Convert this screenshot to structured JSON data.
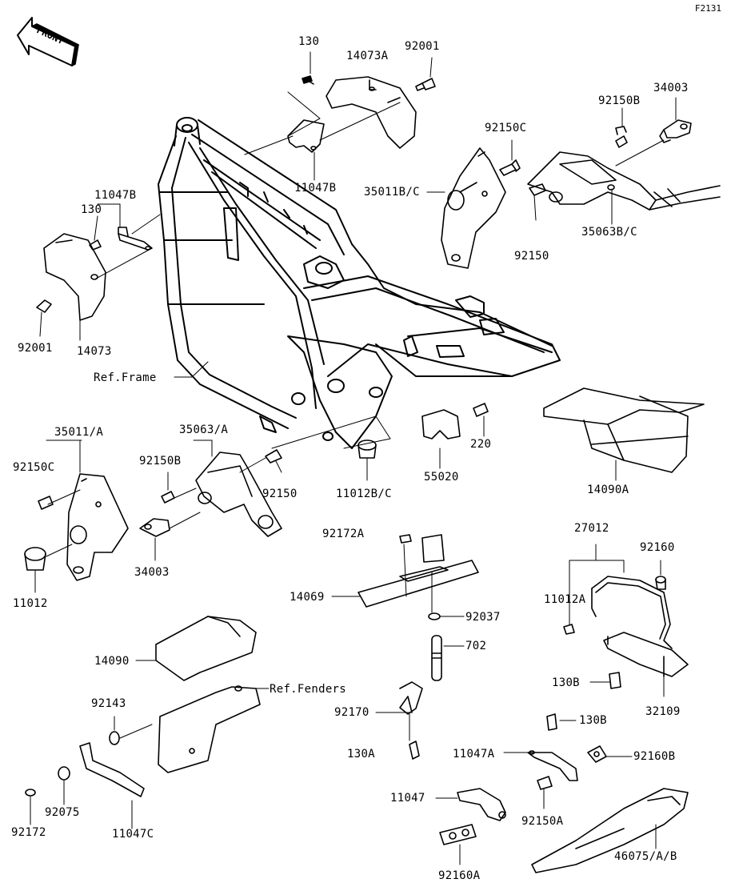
{
  "code": "F2131",
  "front_label": "FRONT",
  "labels": {
    "l130_top": "130",
    "l14073A": "14073A",
    "l92001_top": "92001",
    "l92150B_top": "92150B",
    "l34003_top": "34003",
    "l92150C_top": "92150C",
    "l11047B_top": "11047B",
    "l35011BC": "35011B/C",
    "l35063BC": "35063B/C",
    "l92150_right": "92150",
    "l11047B_left": "11047B",
    "l130_left": "130",
    "l92001_left": "92001",
    "l14073": "14073",
    "lRefFrame": "Ref.Frame",
    "l35011A": "35011/A",
    "l35063A": "35063/A",
    "l92150C_left": "92150C",
    "l92150B_mid": "92150B",
    "l92150_mid": "92150",
    "l11012BC": "11012B/C",
    "l220": "220",
    "l55020": "55020",
    "l14090A": "14090A",
    "l34003_mid": "34003",
    "l11012": "11012",
    "l92172A": "92172A",
    "l14069": "14069",
    "l92037": "92037",
    "l702": "702",
    "l27012": "27012",
    "l92160": "92160",
    "l11012A": "11012A",
    "l14090": "14090",
    "lRefFenders": "Ref.Fenders",
    "l92143": "92143",
    "l92170": "92170",
    "l130A": "130A",
    "l130B_a": "130B",
    "l32109": "32109",
    "l130B_b": "130B",
    "l11047A": "11047A",
    "l92160B": "92160B",
    "l11047": "11047",
    "l92150A": "92150A",
    "l92172": "92172",
    "l92075": "92075",
    "l11047C": "11047C",
    "l92160A": "92160A",
    "l46075AB": "46075/A/B"
  }
}
